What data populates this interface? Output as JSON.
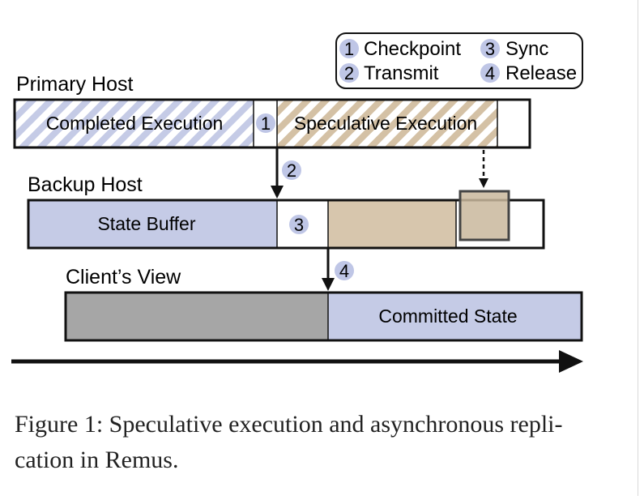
{
  "colors": {
    "state_blue": "#c5cbe6",
    "tan": "#d7c6ad",
    "tan_dark": "#c4ae92",
    "gray": "#a6a6a6",
    "badge_blue": "#bfc6e6",
    "stroke": "#111111"
  },
  "legend": {
    "items": [
      {
        "num": "1",
        "label": "Checkpoint"
      },
      {
        "num": "2",
        "label": "Transmit"
      },
      {
        "num": "3",
        "label": "Sync"
      },
      {
        "num": "4",
        "label": "Release"
      }
    ]
  },
  "rows": {
    "primary": {
      "title": "Primary Host",
      "completed_label": "Completed Execution",
      "checkpoint_num": "1",
      "speculative_label": "Speculative Execution"
    },
    "backup": {
      "title": "Backup Host",
      "buffer_label": "State Buffer",
      "sync_num": "3"
    },
    "client": {
      "title": "Client’s View",
      "committed_label": "Committed State"
    }
  },
  "arrows": {
    "transmit_num": "2",
    "release_num": "4"
  },
  "caption": {
    "line1": "Figure 1: Speculative execution and asynchronous repli-",
    "line2": "cation in Remus."
  }
}
